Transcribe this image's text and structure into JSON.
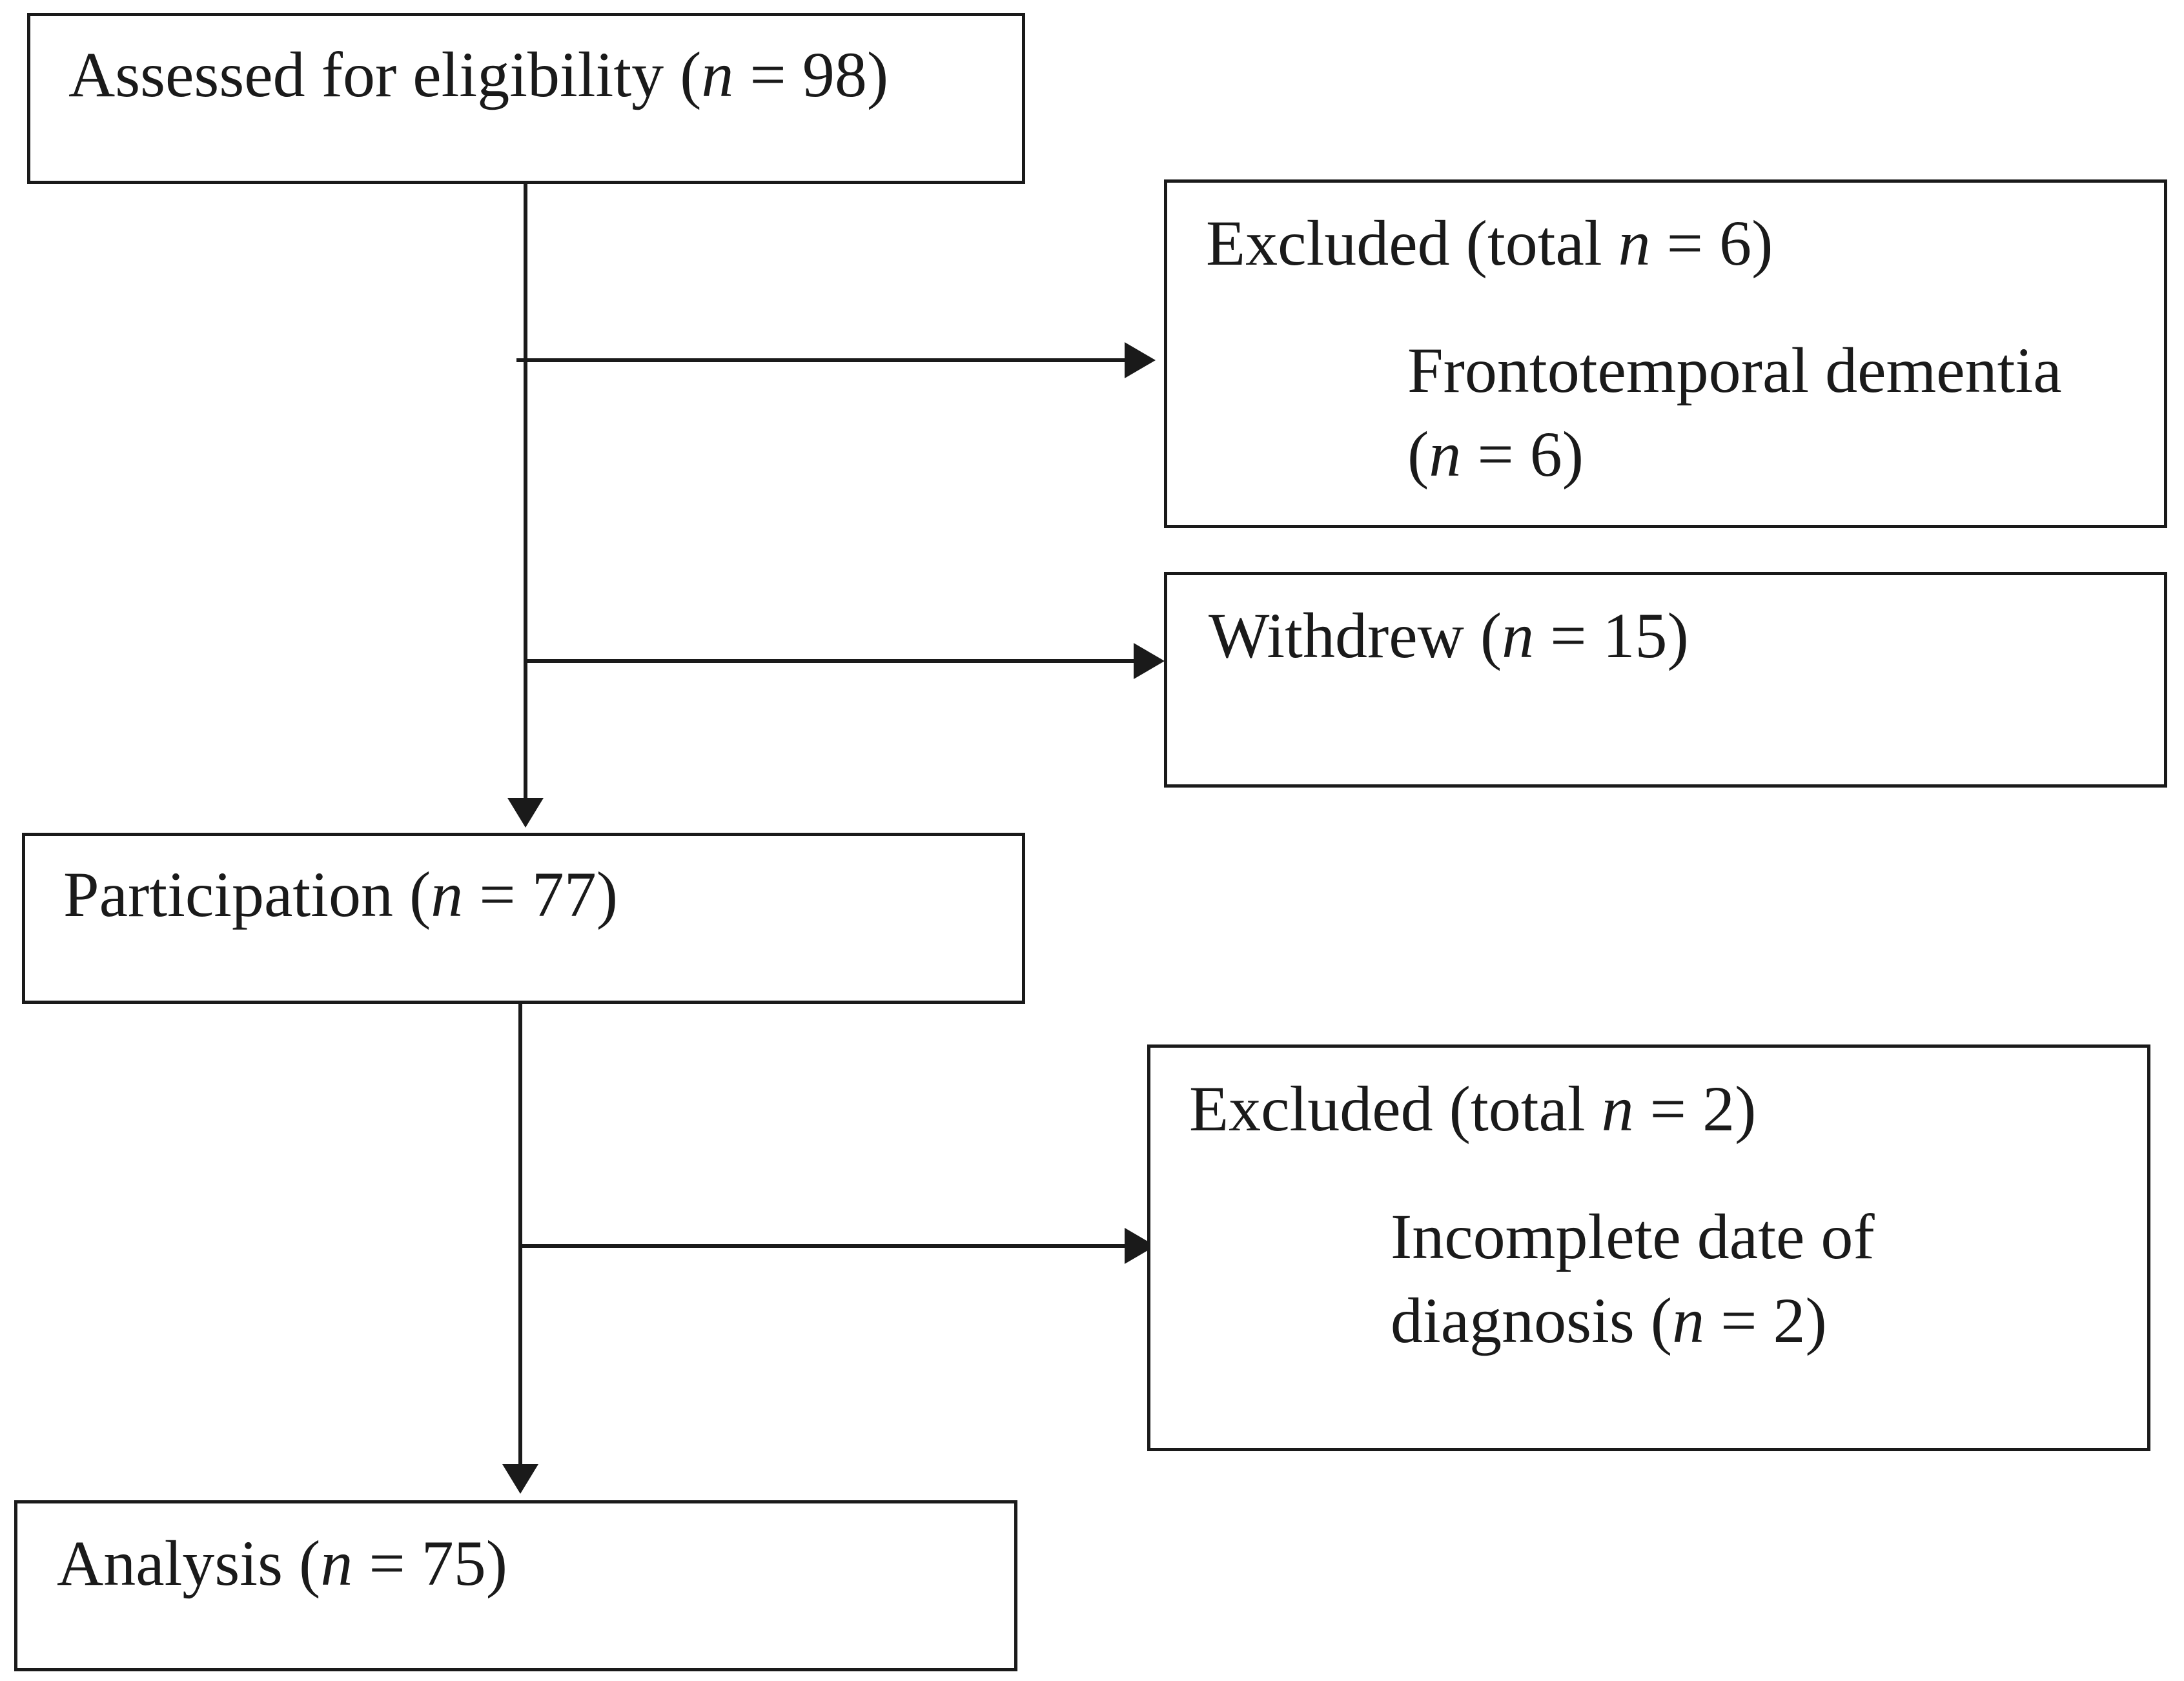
{
  "flowchart": {
    "assessed": {
      "label": "Assessed for eligibility (",
      "n_symbol": "n",
      "value": " = 98)"
    },
    "excluded_1": {
      "title": {
        "label": "Excluded (total ",
        "n_symbol": "n",
        "value": " = 6)"
      },
      "reason_line1": "Frontotemporal dementia",
      "reason_line2": {
        "open": "(",
        "n_symbol": "n",
        "value": " = 6)"
      }
    },
    "withdrew": {
      "label": "Withdrew (",
      "n_symbol": "n",
      "value": " = 15)"
    },
    "participation": {
      "label": "Participation (",
      "n_symbol": "n",
      "value": " = 77)"
    },
    "excluded_2": {
      "title": {
        "label": "Excluded (total ",
        "n_symbol": "n",
        "value": " = 2)"
      },
      "reason_line1": "Incomplete date of",
      "reason_line2": {
        "label": "diagnosis (",
        "n_symbol": "n",
        "value": " = 2)"
      }
    },
    "analysis": {
      "label": "Analysis (",
      "n_symbol": "n",
      "value": " = 75)"
    }
  },
  "colors": {
    "stroke": "#1a1a1a",
    "background": "#ffffff"
  }
}
